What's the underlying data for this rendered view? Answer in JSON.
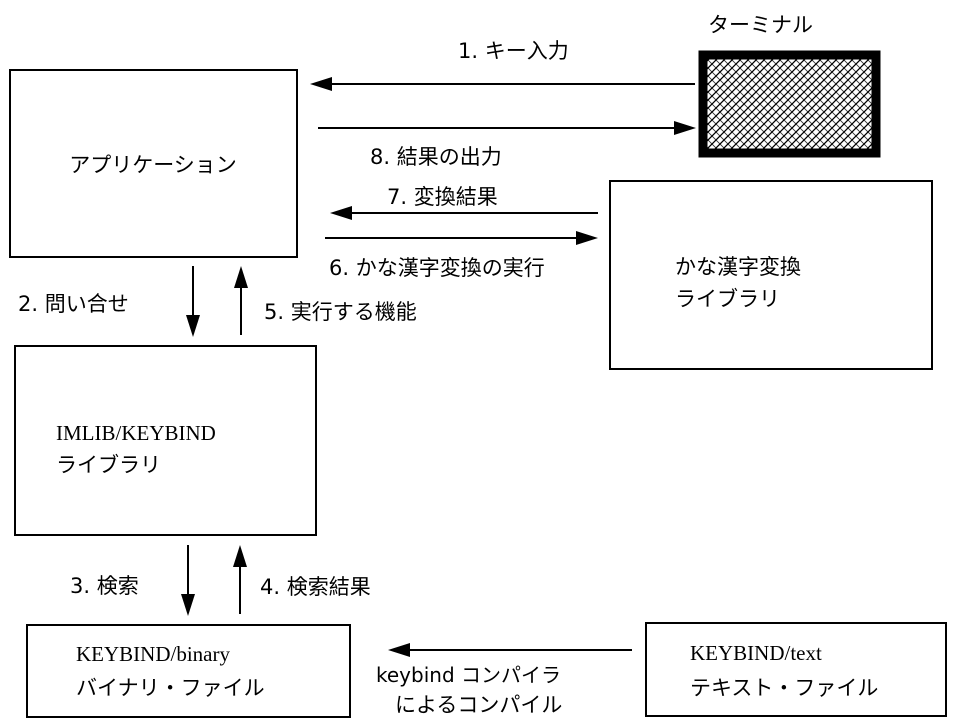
{
  "terminal": {
    "label": "ターミナル"
  },
  "application": {
    "label": "アプリケーション"
  },
  "kana_kanji_library": {
    "line1": "かな漢字変換",
    "line2": "ライブラリ"
  },
  "imlib_keybind_library": {
    "line1": "IMLIB/KEYBIND",
    "line2": "ライブラリ"
  },
  "keybind_binary": {
    "line1": "KEYBIND/binary",
    "line2": "バイナリ・ファイル"
  },
  "keybind_text": {
    "line1": "KEYBIND/text",
    "line2": "テキスト・ファイル"
  },
  "arrows": {
    "key_input": "1. キー入力",
    "query": "2. 問い合せ",
    "search": "3. 検索",
    "search_result": "4. 検索結果",
    "function_to_execute": "5. 実行する機能",
    "execute_kana_kanji": "6. かな漢字変換の実行",
    "conversion_result": "7. 変換結果",
    "output_result": "8. 結果の出力"
  },
  "compiler": {
    "line1": "keybind コンパイラ",
    "line2": "によるコンパイル"
  }
}
